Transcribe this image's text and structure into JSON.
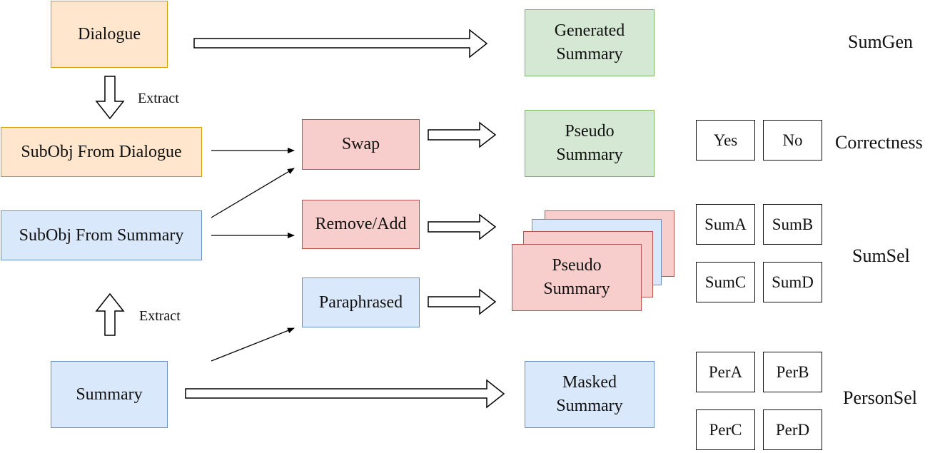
{
  "nodes": {
    "dialogue": "Dialogue",
    "subobj_dialogue": "SubObj From Dialogue",
    "subobj_summary": "SubObj From Summary",
    "summary": "Summary",
    "swap": "Swap",
    "remove_add": "Remove/Add",
    "paraphrased": "Paraphrased",
    "generated_summary_l1": "Generated",
    "generated_summary_l2": "Summary",
    "pseudo_summary_l1": "Pseudo",
    "pseudo_summary_l2": "Summary",
    "pseudo_stack_l1": "Pseudo",
    "pseudo_stack_l2": "Summary",
    "masked_summary_l1": "Masked",
    "masked_summary_l2": "Summary"
  },
  "edge_labels": {
    "extract_top": "Extract",
    "extract_bottom": "Extract"
  },
  "options": {
    "correctness": [
      "Yes",
      "No"
    ],
    "sumsel": [
      "SumA",
      "SumB",
      "SumC",
      "SumD"
    ],
    "personsel": [
      "PerA",
      "PerB",
      "PerC",
      "PerD"
    ]
  },
  "tasks": {
    "sumgen": "SumGen",
    "correctness": "Correctness",
    "sumsel": "SumSel",
    "personsel": "PersonSel"
  },
  "colors": {
    "orange_fill": "#ffe6cc",
    "orange_stroke": "#d79b00",
    "blue_fill": "#dae8fc",
    "blue_stroke": "#6c8ebf",
    "red_fill": "#f8cecc",
    "red_stroke": "#b85450",
    "green_fill": "#d5e8d4",
    "green_stroke": "#82b366"
  }
}
